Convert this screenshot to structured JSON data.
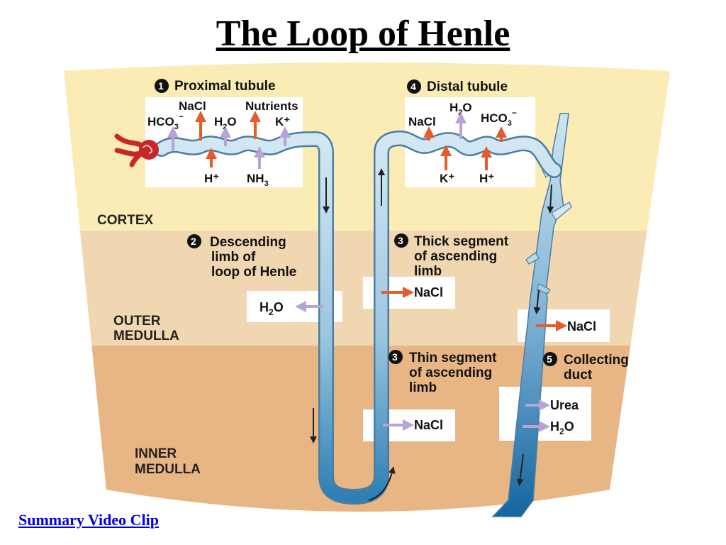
{
  "title": "The Loop of Henle",
  "link": {
    "label": "Summary Video Clip"
  },
  "zones": {
    "cortex": "CORTEX",
    "outer_medulla_1": "OUTER",
    "outer_medulla_2": "MEDULLA",
    "inner_medulla_1": "INNER",
    "inner_medulla_2": "MEDULLA"
  },
  "segments": {
    "s1": {
      "num": "1",
      "label": "Proximal tubule"
    },
    "s2": {
      "num": "2",
      "line1": "Descending",
      "line2": "limb of",
      "line3": "loop of Henle"
    },
    "s3a": {
      "num": "3",
      "line1": "Thick segment",
      "line2": "of ascending",
      "line3": "limb"
    },
    "s3b": {
      "num": "3",
      "line1": "Thin segment",
      "line2": "of ascending",
      "line3": "limb"
    },
    "s4": {
      "num": "4",
      "label": "Distal tubule"
    },
    "s5": {
      "num": "5",
      "line1": "Collecting",
      "line2": "duct"
    }
  },
  "proximal": {
    "nacl": "NaCl",
    "nutrients": "Nutrients",
    "hco3": "HCO",
    "hco3_sub": "3",
    "hco3_sup": "−",
    "h2o_h": "H",
    "h2o_sub": "2",
    "h2o_o": "O",
    "kplus": "K⁺",
    "hplus": "H⁺",
    "nh3": "NH",
    "nh3_sub": "3"
  },
  "distal": {
    "h2o_h": "H",
    "h2o_sub": "2",
    "h2o_o": "O",
    "nacl": "NaCl",
    "hco3": "HCO",
    "hco3_sub": "3",
    "hco3_sup": "−",
    "kplus": "K⁺",
    "hplus": "H⁺"
  },
  "boxes": {
    "desc_h": "H",
    "desc_sub": "2",
    "desc_o": "O",
    "thick_nacl": "NaCl",
    "duct_nacl": "NaCl",
    "thin_nacl": "NaCl",
    "urea": "Urea",
    "duct_h": "H",
    "duct_sub": "2",
    "duct_o": "O"
  },
  "colors": {
    "cortex": "#fbecb6",
    "outer_medulla": "#f1d6b2",
    "inner_medulla": "#e8b584",
    "tubule_light": "#cde4f0",
    "tubule_dark": "#1f6fa3",
    "secretion_arrow": "#e65a2b",
    "reabsorption_arrow": "#b7a4d6",
    "glomerulus": "#c62828"
  }
}
